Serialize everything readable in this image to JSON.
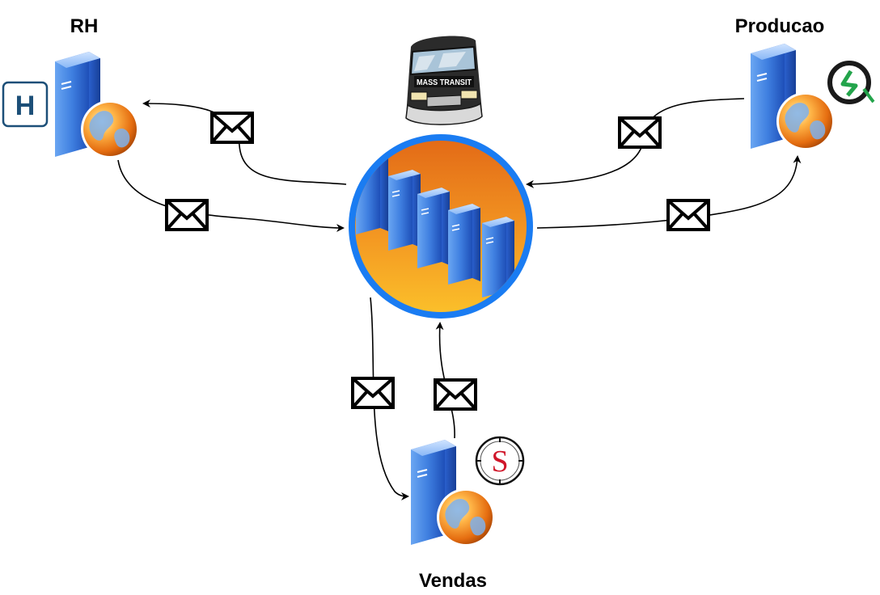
{
  "nodes": {
    "rh": {
      "label": "RH",
      "badge": "H"
    },
    "producao": {
      "label": "Producao"
    },
    "vendas": {
      "label": "Vendas",
      "badge": "S"
    }
  },
  "hub": {
    "logo_text": "MASS TRANSIT"
  },
  "colors": {
    "server_blue": "#3f7fe0",
    "globe_orange": "#f08a1c",
    "hub_ring": "#1a7cf2",
    "hub_orange_top": "#e36b17",
    "hub_orange_bottom": "#fbbf2a",
    "producao_badge_green": "#23a44b",
    "vendas_badge_red": "#d0162a"
  },
  "icons": {
    "server": "server-with-globe-icon",
    "message": "envelope-icon",
    "hub": "message-bus-cluster-icon",
    "bus": "mass-transit-bus-icon",
    "producao_badge": "clock-arrow-icon",
    "vendas_badge": "stopwatch-s-icon",
    "rh_badge": "hospital-h-icon"
  }
}
